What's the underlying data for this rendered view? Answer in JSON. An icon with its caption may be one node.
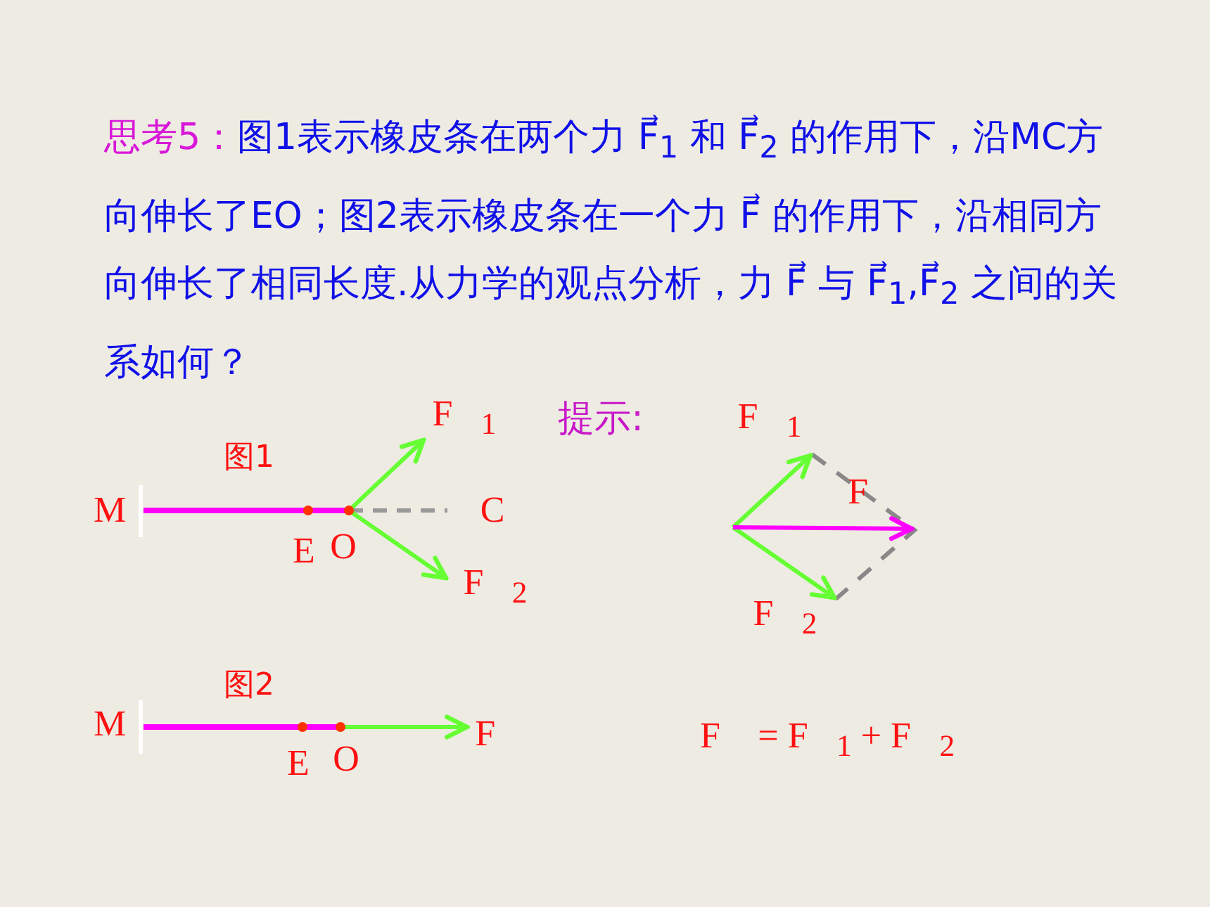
{
  "diagram": {
    "title": "思考5：",
    "labels": [
      "图1表示橡皮条在两个力 F⃗$_{1}$ 和 F⃗$_{2}$ 的作用下，沿MC方向伸长了EO；图2表示橡皮条在一个力 F⃗ 的作用下，沿相同方向伸长了相同长度.从力学的观点分析，力 F⃗ 与 F⃗$_{1}$,F⃗$_{2}$ 之间的关系如何？",
      "F⃗$_{1}$",
      "提示:",
      "F⃗$_{1}$",
      "图1",
      "F⃗",
      "M",
      "C",
      "E",
      "O",
      "F⃗$_{2}$",
      "F⃗$_{2}$",
      "图2",
      "M",
      "F⃗",
      "F⃗ = F⃗$_{1}$ + F⃗$_{2}$",
      "E",
      "O"
    ]
  }
}
